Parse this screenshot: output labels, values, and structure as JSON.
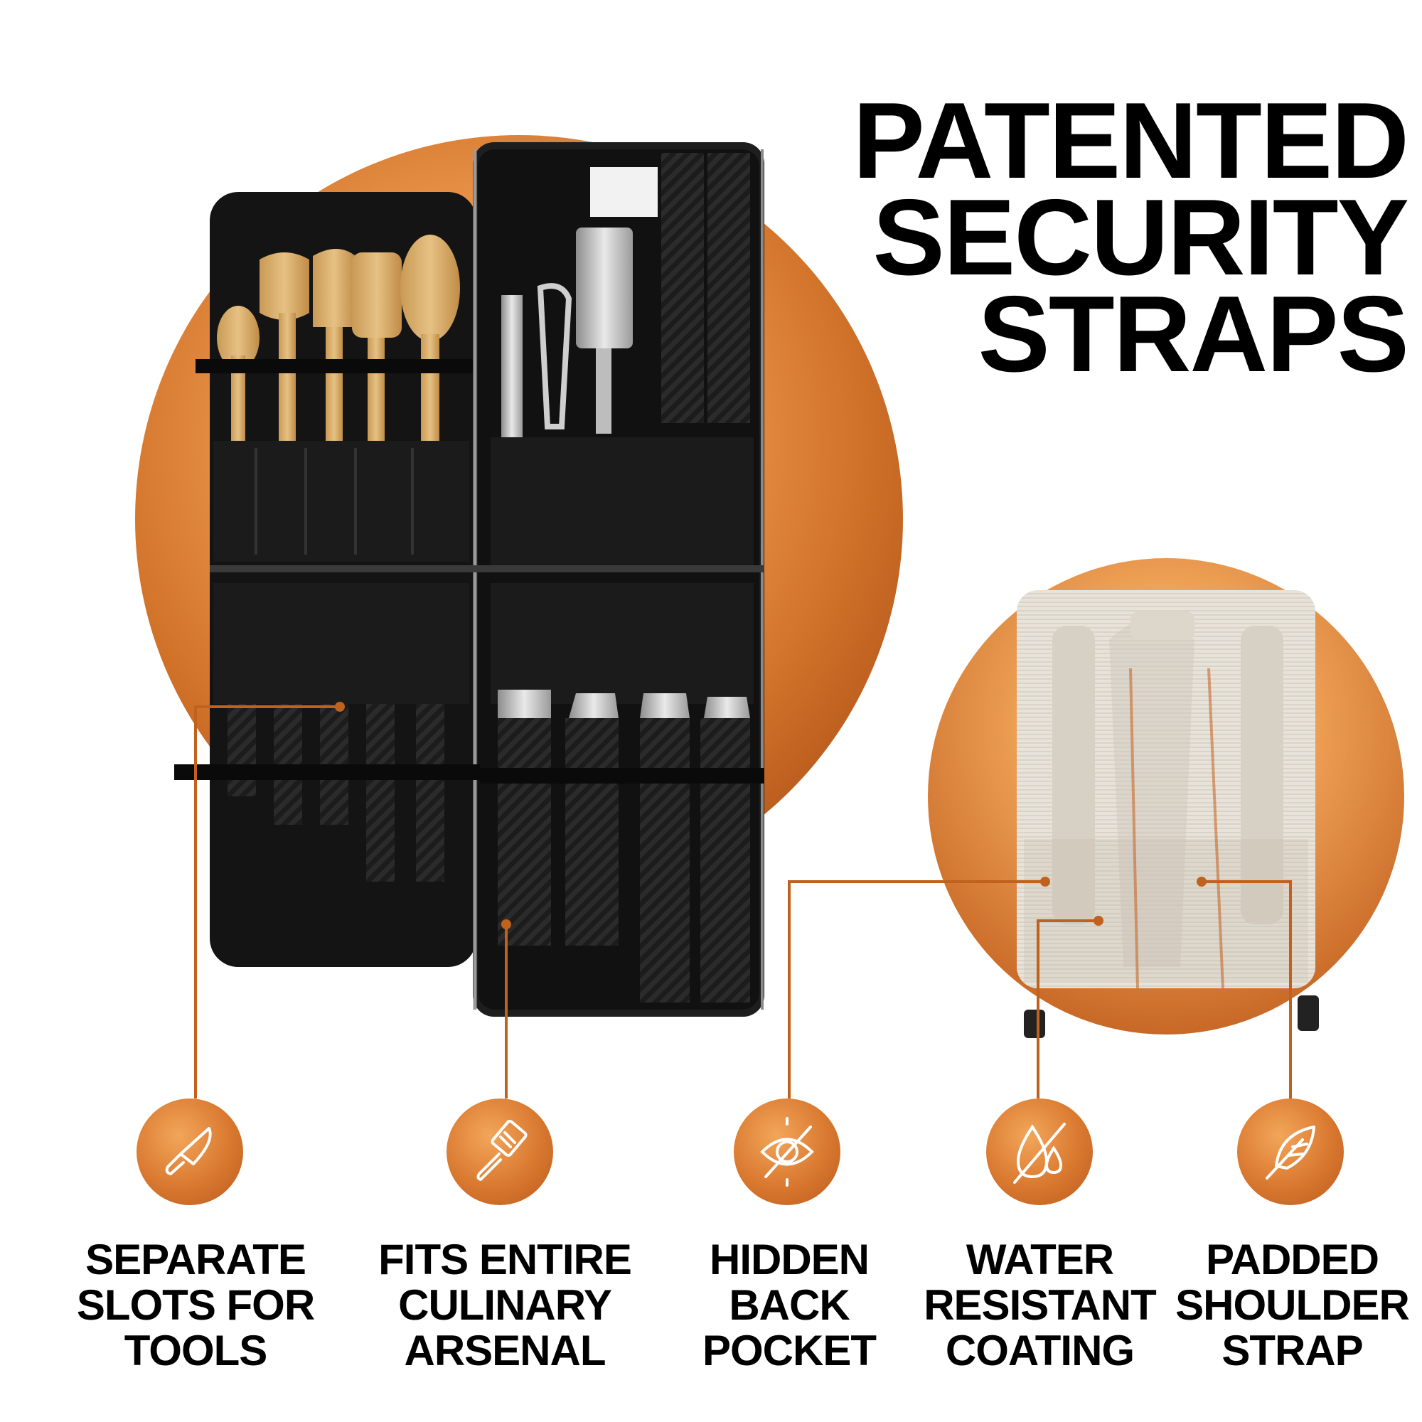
{
  "headline": {
    "line1": "PATENTED",
    "line2": "SECURITY",
    "line3": "STRAPS"
  },
  "features": [
    {
      "icon": "knife-icon",
      "line1": "SEPARATE",
      "line2": "SLOTS FOR",
      "line3": "TOOLS"
    },
    {
      "icon": "spatula-icon",
      "line1": "FITS ENTIRE",
      "line2": "CULINARY",
      "line3": "ARSENAL"
    },
    {
      "icon": "hidden-eye-icon",
      "line1": "HIDDEN",
      "line2": "BACK",
      "line3": "POCKET"
    },
    {
      "icon": "water-drop-crossed-icon",
      "line1": "WATER",
      "line2": "RESISTANT",
      "line3": "COATING"
    },
    {
      "icon": "feather-icon",
      "line1": "PADDED",
      "line2": "SHOULDER",
      "line3": "STRAP"
    }
  ],
  "colors": {
    "accent": "#c8661f",
    "accent_light": "#f4b06a",
    "text": "#000000",
    "bag": "#1a1a1a",
    "backpack_canvas": "#e6e1d8"
  }
}
